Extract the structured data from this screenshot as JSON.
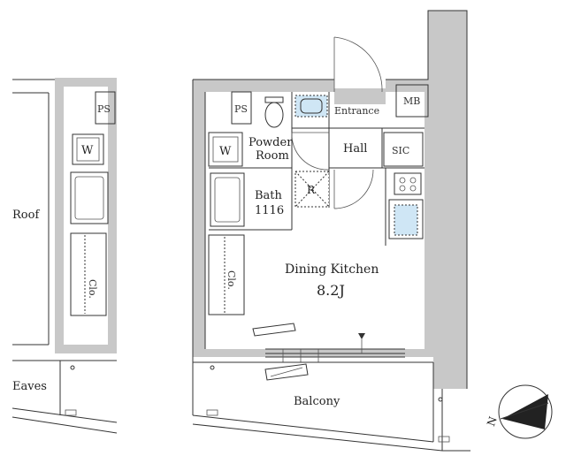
{
  "rooms": {
    "roof": "Roof",
    "eaves": "Eaves",
    "powder_room": "Powder\nRoom",
    "powder_line1": "Powder",
    "powder_line2": "Room",
    "entrance": "Entrance",
    "hall": "Hall",
    "sic": "SIC",
    "mb": "MB",
    "ps": "PS",
    "w": "W",
    "bath_line1": "Bath",
    "bath_line2": "1116",
    "refrigerator": "R",
    "closet": "Clo.",
    "dining_kitchen": "Dining Kitchen",
    "dk_size": "8.2J",
    "balcony": "Balcony",
    "north": "N"
  },
  "colors": {
    "wall": "#c8c8c8",
    "storage": "#cfe6f5",
    "line": "#333333"
  }
}
